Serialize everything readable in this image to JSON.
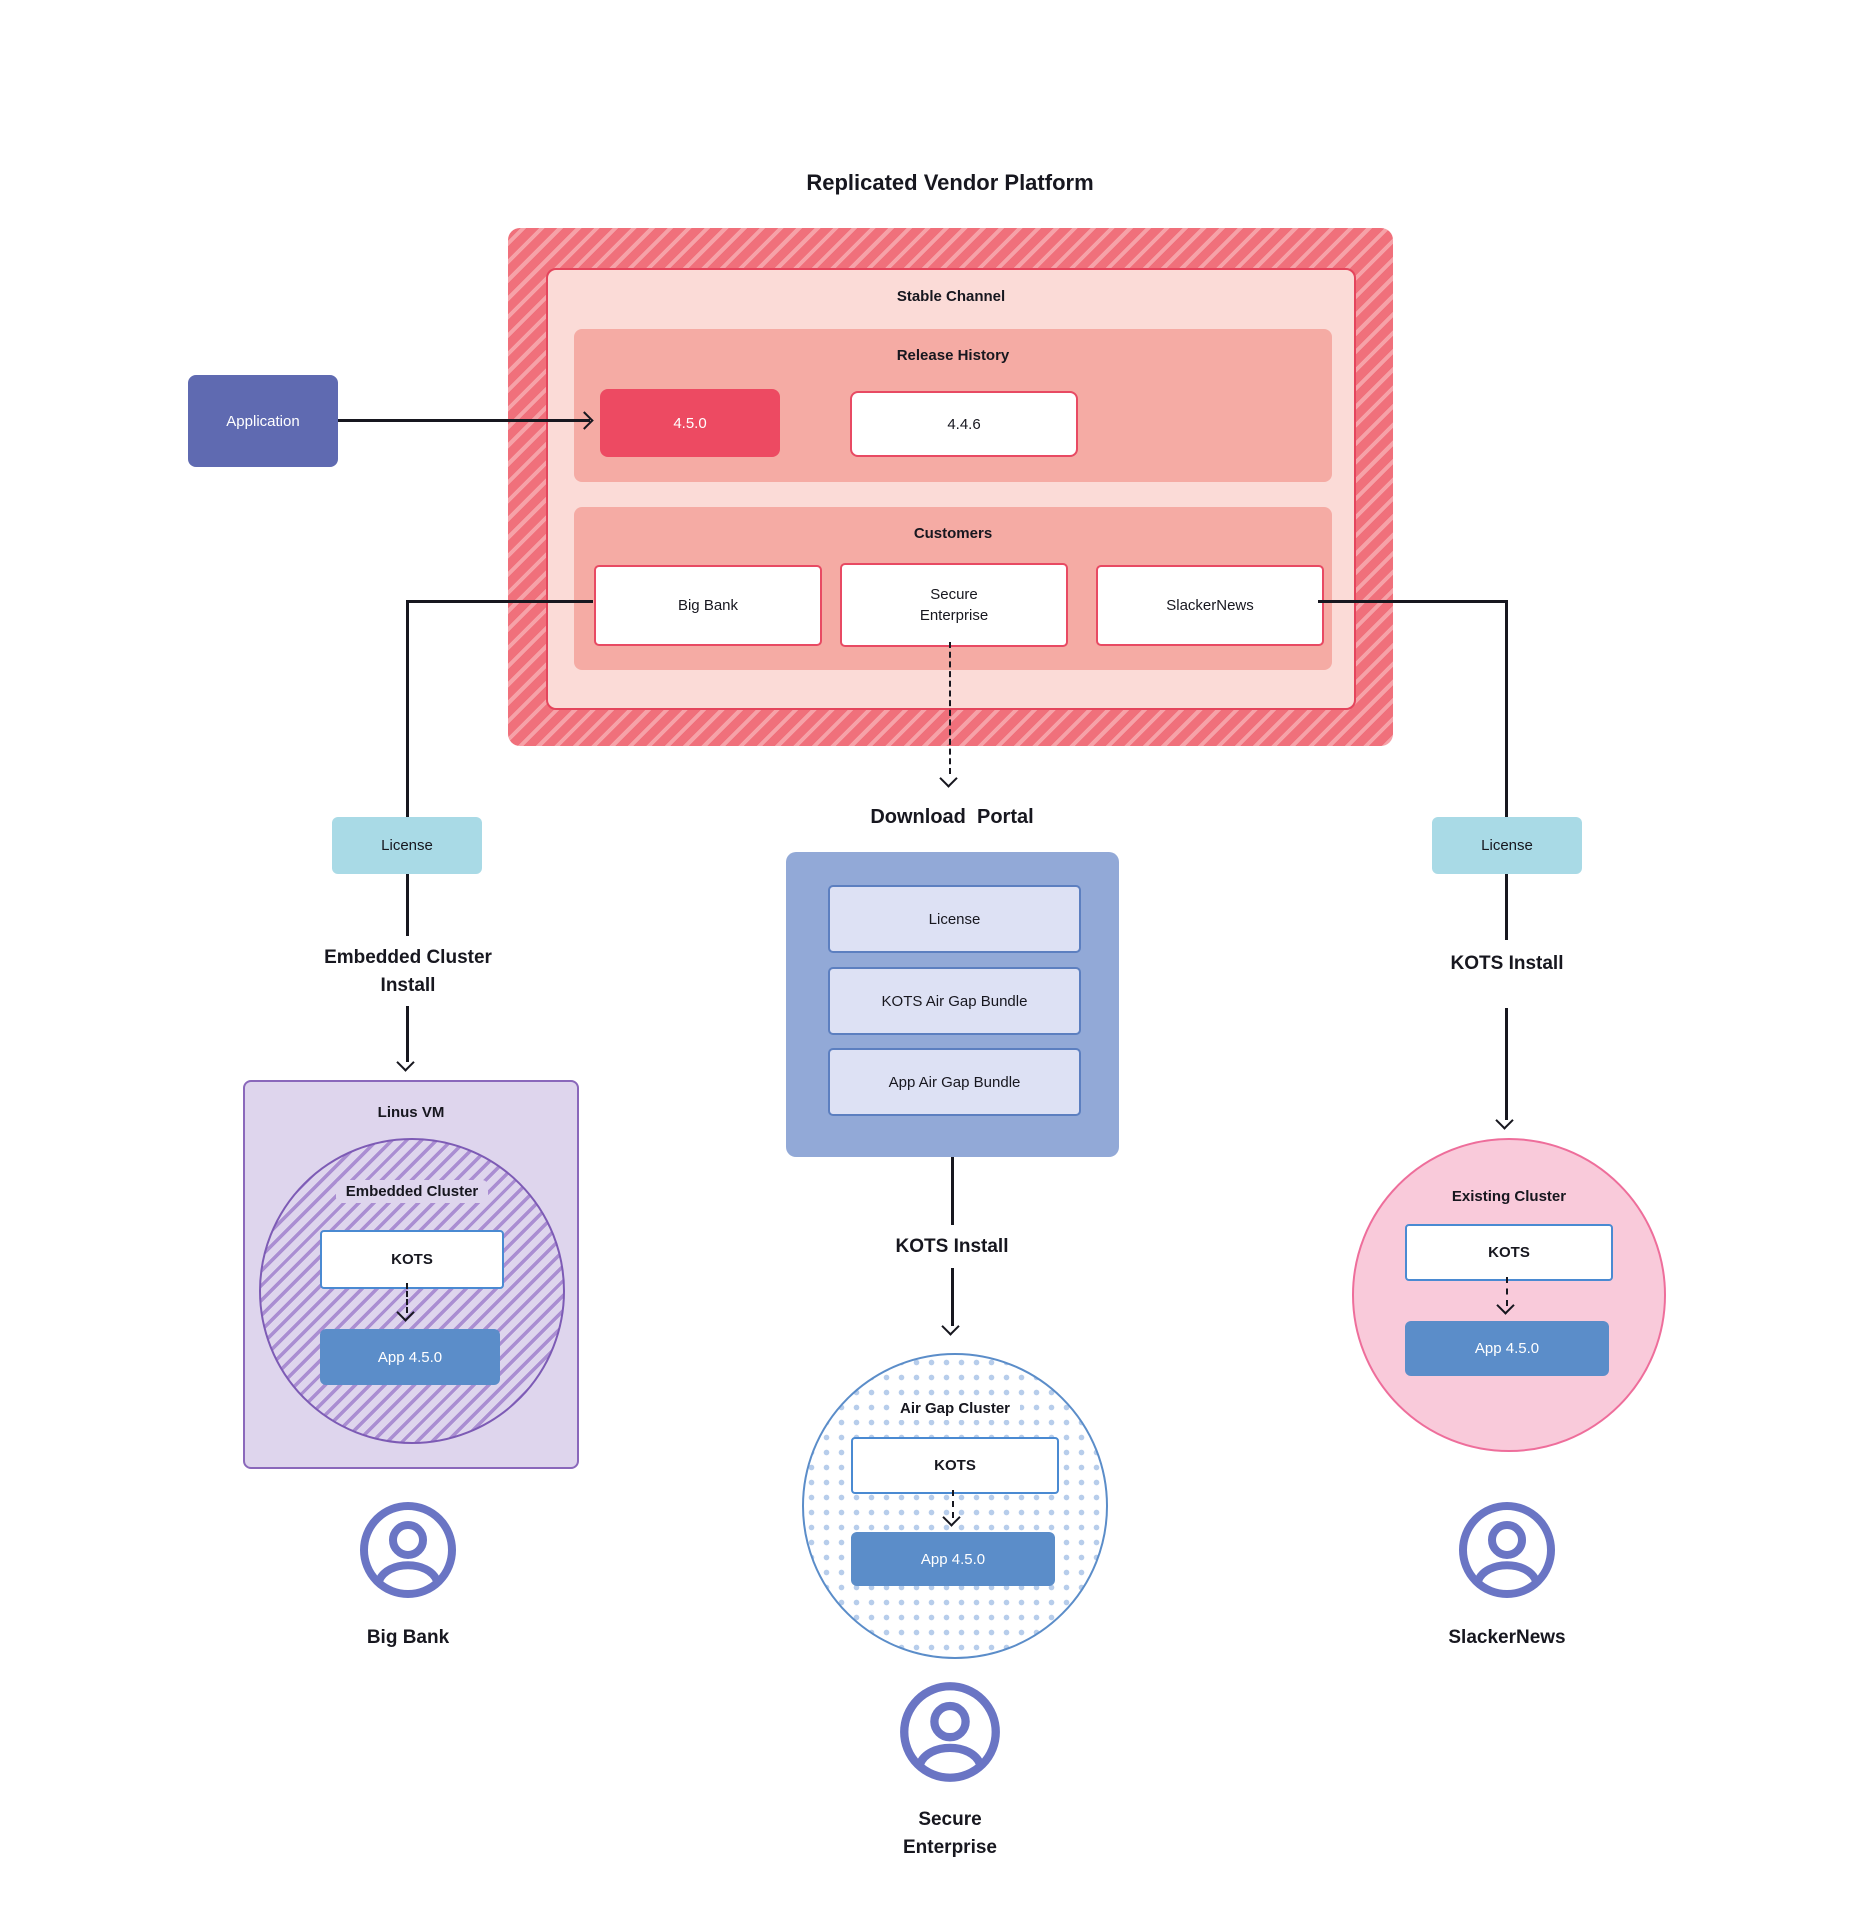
{
  "title": "Replicated Vendor Platform",
  "colors": {
    "accent_red": "#ed4a62",
    "stable_panel_pink": "#fbdbd7",
    "section_salmon": "#f5aba4",
    "red_border": "#e84a63",
    "application_indigo": "#5f6ab1",
    "license_teal": "#a9dae6",
    "vm_lavender": "#ded5ed",
    "vm_purple_border": "#8a68bb",
    "portal_blue": "#92a9d7",
    "portal_item_blue": "#dde1f4",
    "app_blue": "#5b8dc9",
    "existing_pink": "#f9cada",
    "existing_pink_border": "#ee6e9b",
    "user_icon_indigo": "#6a75c4"
  },
  "platform": {
    "stable_channel_label": "Stable Channel",
    "release_history": {
      "label": "Release History",
      "current_version": "4.5.0",
      "previous_version": "4.4.6"
    },
    "customers": {
      "label": "Customers",
      "items": [
        "Big Bank",
        "Secure Enterprise",
        "SlackerNews"
      ]
    }
  },
  "application_label": "Application",
  "left_branch": {
    "license_label": "License",
    "install_label": "Embedded Cluster\nInstall",
    "vm_label": "Linus VM",
    "cluster_label": "Embedded Cluster",
    "kots_label": "KOTS",
    "app_label": "App 4.5.0",
    "user_label": "Big Bank"
  },
  "middle_branch": {
    "portal_title": "Download  Portal",
    "portal_items": [
      "License",
      "KOTS Air Gap Bundle",
      "App Air Gap Bundle"
    ],
    "install_label": "KOTS Install",
    "cluster_label": "Air Gap Cluster",
    "kots_label": "KOTS",
    "app_label": "App 4.5.0",
    "user_label": "Secure\nEnterprise"
  },
  "right_branch": {
    "license_label": "License",
    "install_label": "KOTS Install",
    "cluster_label": "Existing Cluster",
    "kots_label": "KOTS",
    "app_label": "App 4.5.0",
    "user_label": "SlackerNews"
  }
}
